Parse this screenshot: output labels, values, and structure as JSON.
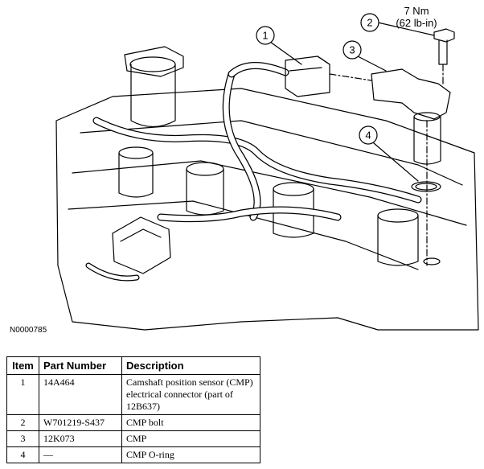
{
  "callouts": [
    {
      "number": "1"
    },
    {
      "number": "2"
    },
    {
      "number": "3"
    },
    {
      "number": "4"
    }
  ],
  "torque_spec": {
    "line1": "7 Nm",
    "line2": "(62 lb-in)"
  },
  "figure_id": "N0000785",
  "table": {
    "headers": [
      "Item",
      "Part Number",
      "Description"
    ],
    "rows": [
      {
        "item": "1",
        "part_number": "14A464",
        "description": "Camshaft position sensor (CMP) electrical connector (part of 12B637)"
      },
      {
        "item": "2",
        "part_number": "W701219-S437",
        "description": "CMP bolt"
      },
      {
        "item": "3",
        "part_number": "12K073",
        "description": "CMP"
      },
      {
        "item": "4",
        "part_number": "—",
        "description": "CMP O-ring"
      }
    ]
  }
}
